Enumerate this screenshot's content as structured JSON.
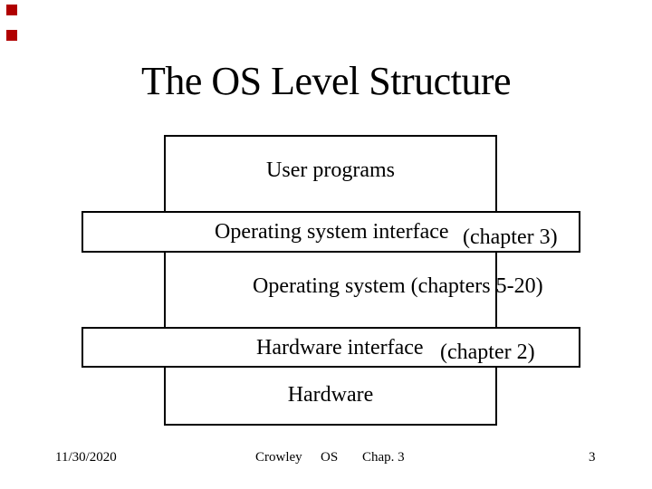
{
  "slide": {
    "title": "The OS Level Structure",
    "diagram": {
      "layers": [
        {
          "label": "User programs"
        },
        {
          "label": "Operating system interface",
          "chapter": "(chapter 3)"
        },
        {
          "label": "Operating system (chapters 5-20)"
        },
        {
          "label": "Hardware interface",
          "chapter": "(chapter 2)"
        },
        {
          "label": "Hardware"
        }
      ]
    },
    "footer": {
      "date": "11/30/2020",
      "author": "Crowley",
      "course": "OS",
      "chapter": "Chap. 3",
      "page_number": "3"
    },
    "colors": {
      "marker_red": "#b00000",
      "text": "#000000",
      "background": "#ffffff",
      "box_border": "#000000"
    }
  }
}
